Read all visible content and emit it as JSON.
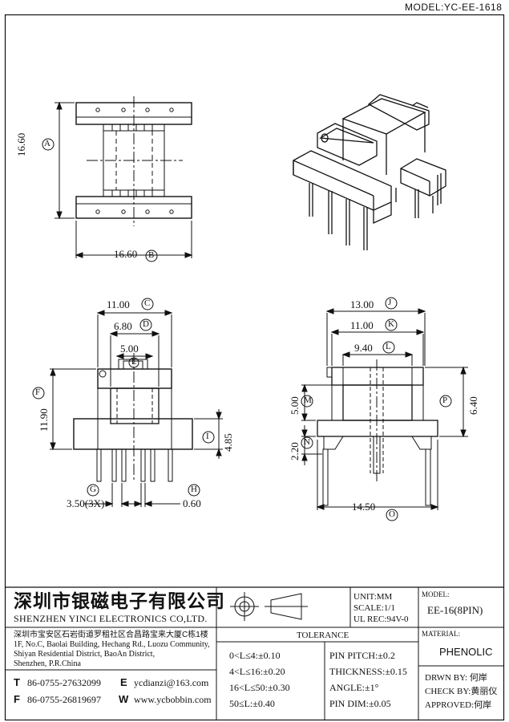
{
  "model": "MODEL:YC-EE-1618",
  "dims": {
    "a_val": "16.60",
    "a_tag": "A",
    "b_val": "16.60",
    "b_tag": "B",
    "c_val": "11.00",
    "c_tag": "C",
    "d_val": "6.80",
    "d_tag": "D",
    "e_val": "5.00",
    "e_tag": "E",
    "f_val": "11.90",
    "f_tag": "F",
    "g_tag": "G",
    "g_val": "3.50(3X)",
    "h_tag": "H",
    "h_val": "0.60",
    "i_tag": "I",
    "i_val": "4.85",
    "j_val": "13.00",
    "j_tag": "J",
    "k_val": "11.00",
    "k_tag": "K",
    "l_val": "9.40",
    "l_tag": "L",
    "m_val": "5.00",
    "m_tag": "M",
    "n_val": "2.20",
    "n_tag": "N",
    "o_val": "14.50",
    "o_tag": "O",
    "p_val": "6.40",
    "p_tag": "P"
  },
  "title_block": {
    "company_cn": "深圳市银磁电子有限公司",
    "company_en": "SHENZHEN YINCI ELECTRONICS CO,LTD.",
    "addr_cn": "深圳市宝安区石岩街道罗租社区合昌路宝来大厦C栋1楼",
    "addr_en1": "1F, No.C, Baolai Building, Hechang Rd., Luozu Community,",
    "addr_en2": "Shiyan Residential District, BaoAn District,",
    "addr_en3": "Shenzhen, P.R.China",
    "tel_label": "T",
    "tel": "86-0755-27632099",
    "email_label": "E",
    "email": "ycdianzi@163.com",
    "fax_label": "F",
    "fax": "86-0755-26819697",
    "web_label": "W",
    "web": "www.ycbobbin.com",
    "unit": "UNIT:MM",
    "scale": "SCALE:1/1",
    "ul": "UL REC:94V-0",
    "tolerance_title": "TOLERANCE",
    "tol1": "0<L≤4:±0.10",
    "tol2": "4<L≤16:±0.20",
    "tol3": "16<L≤50:±0.30",
    "tol4": "50≤L:±0.40",
    "pin_pitch": "PIN PITCH:±0.2",
    "thickness": "THICKNESS:±0.15",
    "angle": "ANGLE:±1°",
    "pin_dim": "PIN DIM:±0.05",
    "model_label": "MODEL:",
    "model_value": "EE-16(8PIN)",
    "material_label": "MATERIAL:",
    "material_value": "PHENOLIC",
    "drawn": "DRWN BY: 何岸",
    "check": "CHECK BY:黄丽仪",
    "approved": "APPROVED:何岸"
  }
}
